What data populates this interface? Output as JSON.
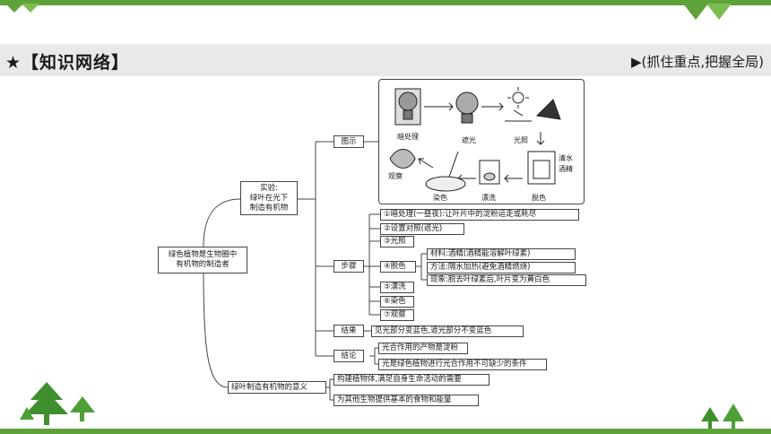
{
  "header": {
    "title": "★【知识网络】",
    "subtitle": "▶(抓住重点,把握全局)"
  },
  "colors": {
    "accent": "#5ea23a",
    "header_bg": "#e9e9e9"
  },
  "root": {
    "line1": "绿色植物是生物圈中",
    "line2": "有机物的制造者"
  },
  "experiment": {
    "line1": "实验:",
    "line2": "绿叶在光下",
    "line3": "制造有机物"
  },
  "branches": {
    "diagram": "图示",
    "steps": "步骤",
    "result": "结果",
    "conclusion": "结论"
  },
  "illustration": {
    "labels": [
      "暗处理",
      "遮光",
      "光照",
      "清水",
      "酒精",
      "观察",
      "染色",
      "漂洗",
      "脱色"
    ]
  },
  "steps": {
    "s1": "①暗处理(一昼夜):让叶片中的淀粉运走或耗尽",
    "s2": "②设置对照(遮光)",
    "s3": "③光照",
    "s4": "④脱色",
    "s4_details": [
      "材料:酒精(酒精能溶解叶绿素)",
      "方法:隔水加热(避免酒精燃烧)",
      "现象:脱去叶绿素后,叶片变为黄白色"
    ],
    "s5": "⑤漂洗",
    "s6": "⑥染色",
    "s7": "⑦观察"
  },
  "result_text": "见光部分变蓝色,遮光部分不变蓝色",
  "conclusions": [
    "光合作用的产物是淀粉",
    "光是绿色植物进行光合作用不可缺少的条件"
  ],
  "significance": {
    "label": "绿叶制造有机物的意义",
    "items": [
      "构建植物体,满足自身生命活动的需要",
      "为其他生物提供基本的食物和能量"
    ]
  }
}
